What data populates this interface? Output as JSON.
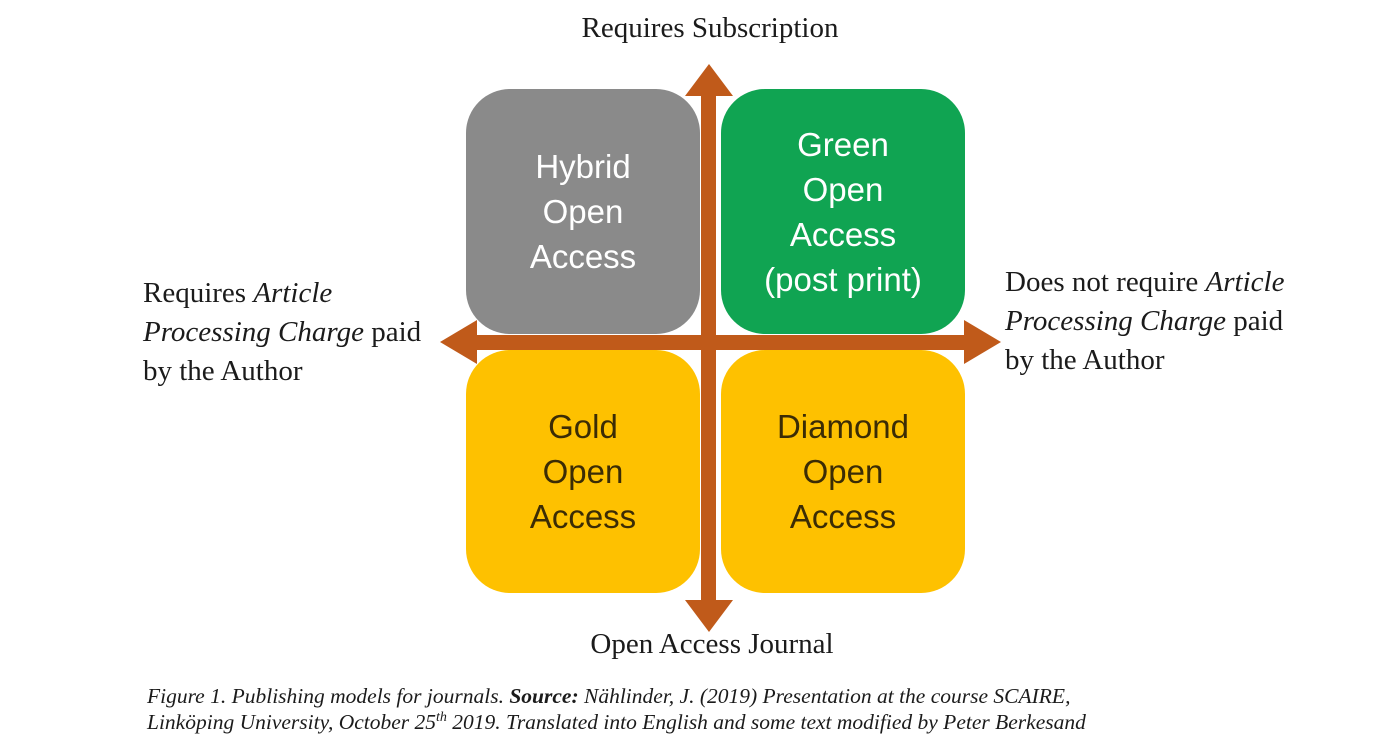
{
  "diagram": {
    "axes": {
      "top": "Requires Subscription",
      "bottom": "Open Access Journal",
      "left": {
        "prefix": "Requires ",
        "italic": "Article Processing Charge",
        "suffix": " paid by the Author"
      },
      "right": {
        "prefix": "Does not require ",
        "italic": "Article Processing Charge",
        "suffix": " paid by the Author"
      }
    },
    "quadrants": {
      "top_left": {
        "lines": [
          "Hybrid",
          "Open",
          "Access"
        ],
        "bg": "#8a8a8a",
        "fg": "#ffffff"
      },
      "top_right": {
        "lines": [
          "Green",
          "Open",
          "Access",
          "(post print)"
        ],
        "bg": "#10a452",
        "fg": "#ffffff"
      },
      "bottom_left": {
        "lines": [
          "Gold",
          "Open",
          "Access"
        ],
        "bg": "#fec100",
        "fg": "#3b2c05"
      },
      "bottom_right": {
        "lines": [
          "Diamond",
          "Open",
          "Access"
        ],
        "bg": "#fec100",
        "fg": "#3b2c05"
      }
    },
    "arrow_color": "#c05a1a",
    "caption": {
      "figure_label": "Figure 1. Publishing models for journals. ",
      "source_label": "Source:",
      "source_part1": " Nählinder, J. (2019) Presentation at the course SCAIRE,",
      "source_part2": "Linköping University, October 25",
      "ordinal_suffix": "th",
      "source_part3": " 2019. Translated into English and some text modified by Peter Berkesand"
    }
  }
}
